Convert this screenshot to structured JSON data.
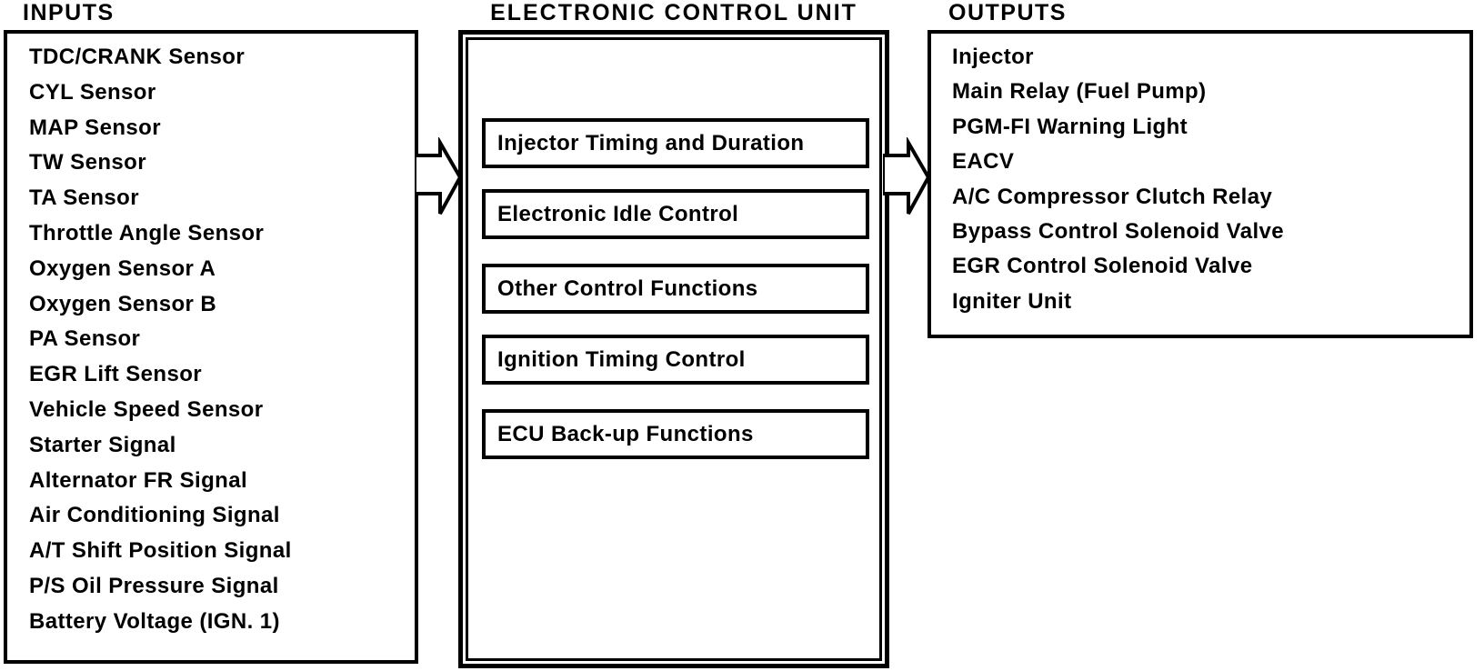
{
  "diagram": {
    "title_row": {
      "inputs_title": "INPUTS",
      "ecu_title": "ELECTRONIC CONTROL UNIT",
      "outputs_title": "OUTPUTS"
    },
    "inputs": {
      "items": [
        "TDC/CRANK Sensor",
        "CYL Sensor",
        "MAP Sensor",
        "TW Sensor",
        "TA Sensor",
        "Throttle Angle Sensor",
        "Oxygen Sensor A",
        "Oxygen Sensor B",
        "PA Sensor",
        "EGR Lift Sensor",
        "Vehicle Speed Sensor",
        "Starter Signal",
        "Alternator FR Signal",
        "Air Conditioning Signal",
        "A/T Shift Position Signal",
        "P/S Oil Pressure Signal",
        "Battery Voltage (IGN. 1)"
      ]
    },
    "ecu": {
      "functions": [
        "Injector Timing and Duration",
        "Electronic Idle Control",
        "Other Control Functions",
        "Ignition Timing Control",
        "ECU Back-up Functions"
      ]
    },
    "outputs": {
      "items": [
        "Injector",
        "Main Relay (Fuel Pump)",
        "PGM-FI Warning Light",
        "EACV",
        "A/C Compressor Clutch Relay",
        "Bypass Control Solenoid Valve",
        "EGR Control Solenoid Valve",
        "Igniter Unit"
      ]
    },
    "colors": {
      "ink": "#000000",
      "paper": "#ffffff"
    }
  }
}
